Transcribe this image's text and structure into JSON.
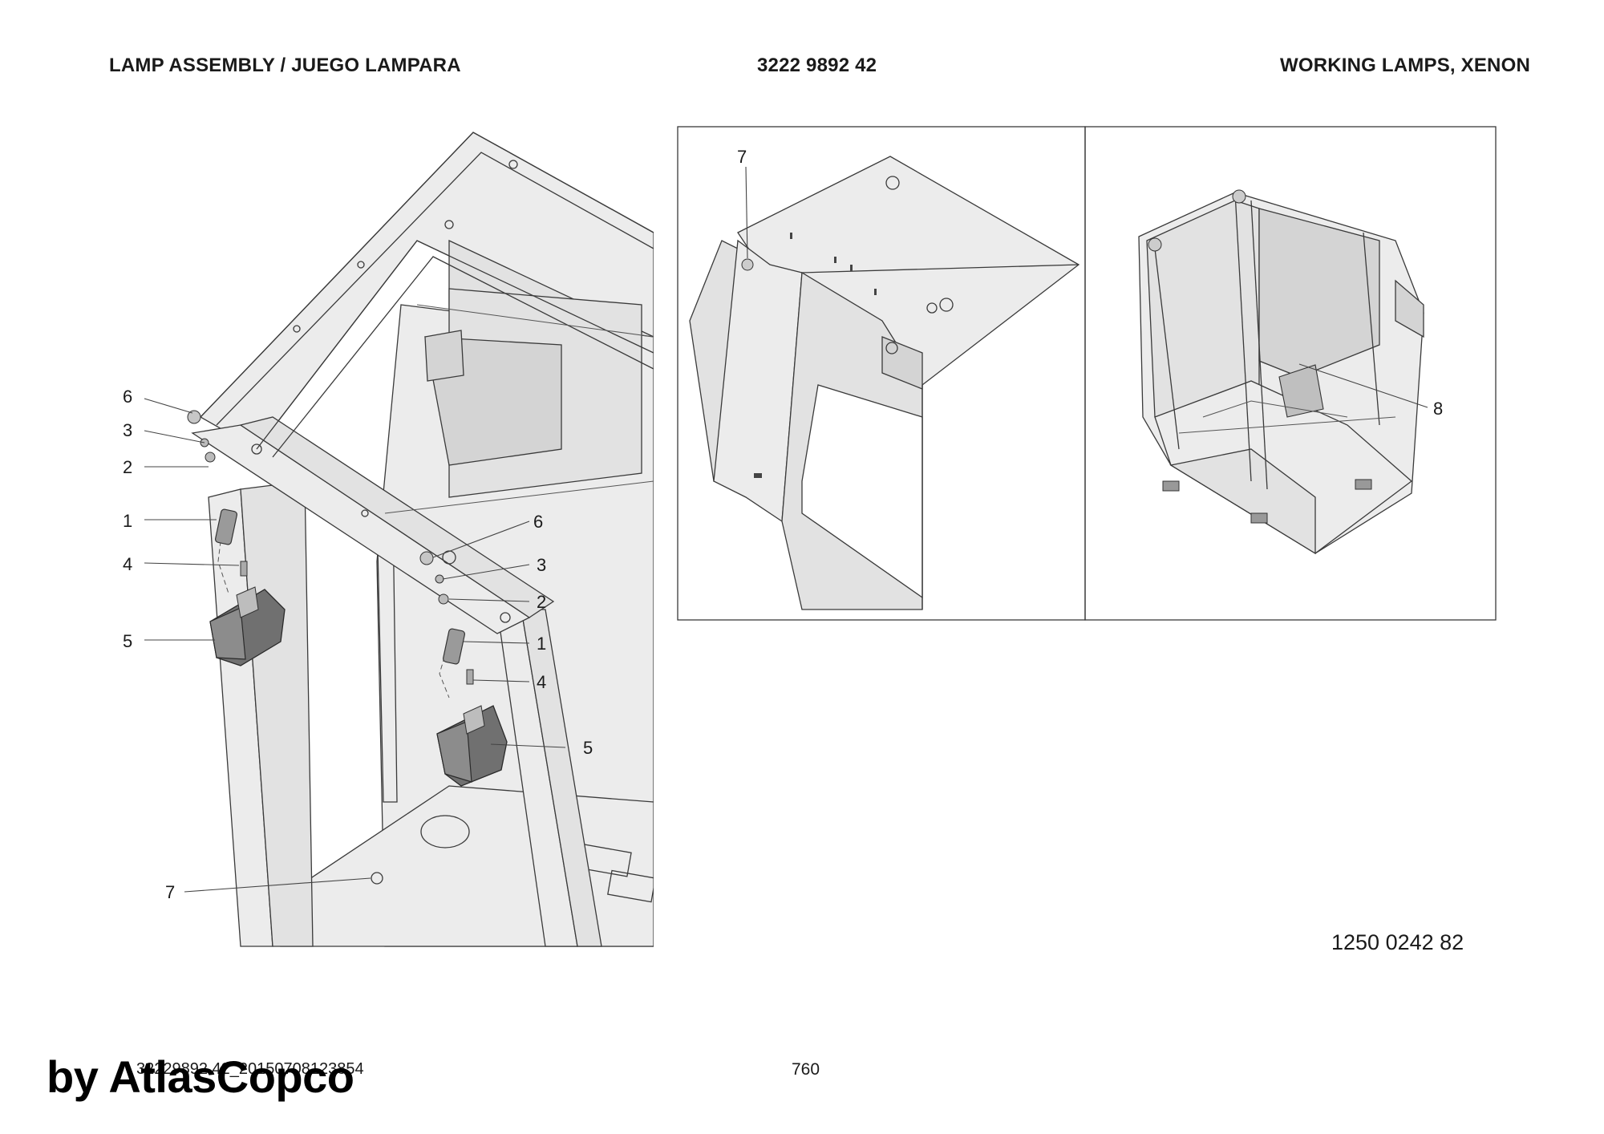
{
  "header": {
    "title": "LAMP ASSEMBLY / JUEGO LAMPARA",
    "part_number": "3222 9892 42",
    "section": "WORKING LAMPS, XENON"
  },
  "callouts": {
    "main": {
      "c6a": "6",
      "c3a": "3",
      "c2a": "2",
      "c1a": "1",
      "c4a": "4",
      "c5a": "5",
      "c6b": "6",
      "c3b": "3",
      "c2b": "2",
      "c1b": "1",
      "c4b": "4",
      "c5b": "5",
      "c7": "7"
    },
    "detail": {
      "c7": "7"
    },
    "overview": {
      "c8": "8"
    }
  },
  "illustration_number": "1250 0242 82",
  "footer": {
    "code": "32229892 42_20150708123854",
    "page": "760",
    "watermark": "by AtlasCopco"
  }
}
